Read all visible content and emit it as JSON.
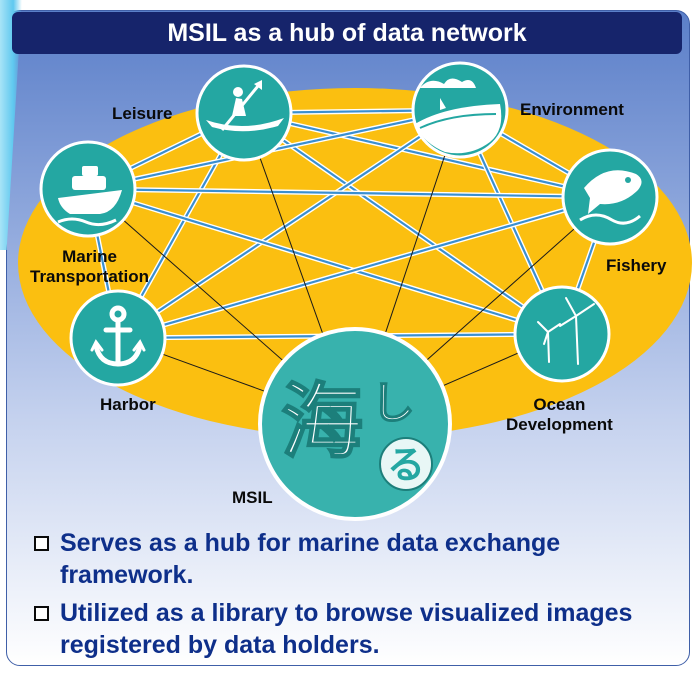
{
  "title": "MSIL as a hub of data network",
  "hub": {
    "label": "MSIL",
    "logo_chars": [
      "海",
      "し",
      "る"
    ]
  },
  "nodes": [
    {
      "id": "leisure",
      "label": "Leisure",
      "icon": "kayak-icon"
    },
    {
      "id": "environment",
      "label": "Environment",
      "icon": "coast-icon"
    },
    {
      "id": "marine",
      "label": "Marine\nTransportation",
      "icon": "ship-icon"
    },
    {
      "id": "fishery",
      "label": "Fishery",
      "icon": "fish-icon"
    },
    {
      "id": "harbor",
      "label": "Harbor",
      "icon": "anchor-icon"
    },
    {
      "id": "ocean",
      "label": "Ocean\nDevelopment",
      "icon": "wind-turbine-icon"
    }
  ],
  "bullets": [
    "Serves as a hub for marine data exchange framework.",
    "Utilized as a library to browse visualized images registered by data holders."
  ],
  "colors": {
    "title_bar": "#16246b",
    "node": "#24a7a2",
    "ellipse": "#fbbf10",
    "link": "#3a8fd0",
    "bullet_text": "#0e2f8a"
  }
}
